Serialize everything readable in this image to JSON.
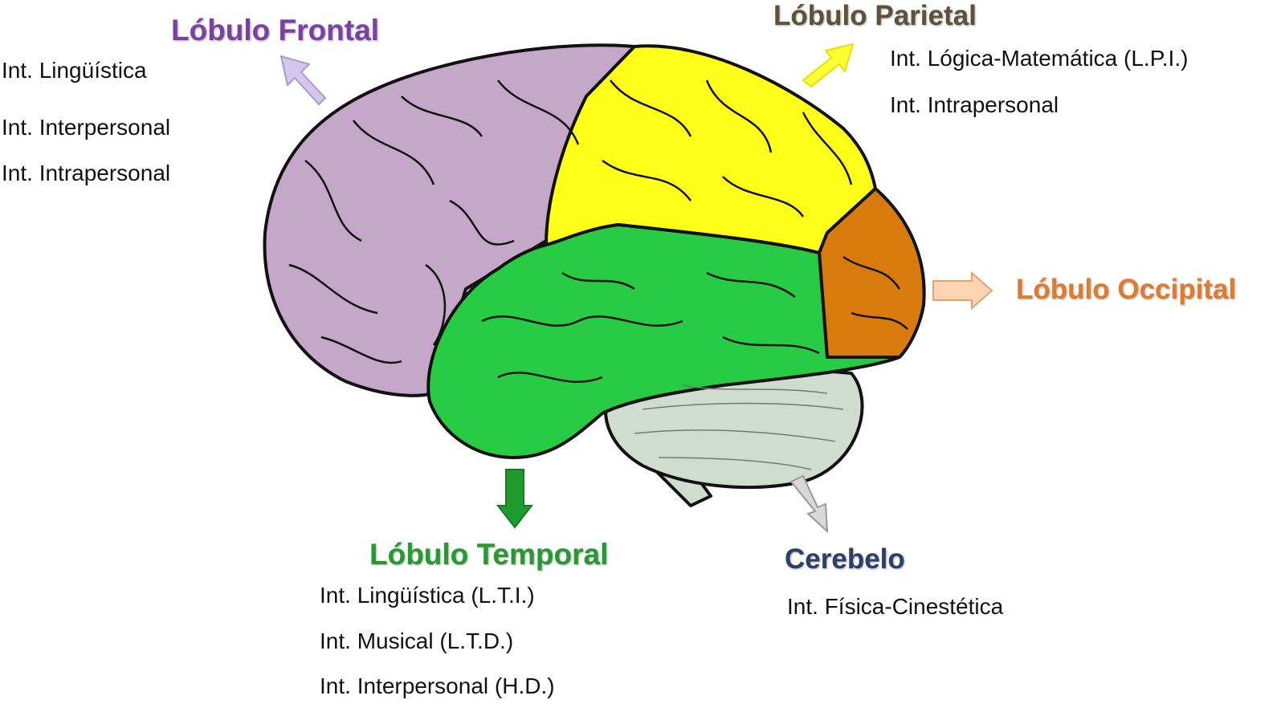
{
  "colors": {
    "frontal": "#c4a7c9",
    "parietal": "#ffff1a",
    "occipital": "#d97a0c",
    "temporal": "#28cc44",
    "cerebellum": "#cfdccf",
    "frontal_label": "#7c3fa3",
    "parietal_label": "#5b5238",
    "occipital_label": "#e07a2c",
    "temporal_label": "#249a30",
    "cerebelo_label": "#2c3f6a"
  },
  "frontal": {
    "title": "Lóbulo Frontal",
    "items": [
      "Int. Lingüística",
      "Int. Interpersonal",
      "Int. Intrapersonal"
    ]
  },
  "parietal": {
    "title": "Lóbulo Parietal",
    "items": [
      "Int. Lógica-Matemática (L.P.I.)",
      "Int. Intrapersonal"
    ]
  },
  "occipital": {
    "title": "Lóbulo Occipital"
  },
  "temporal": {
    "title": "Lóbulo Temporal",
    "items": [
      "Int. Lingüística (L.T.I.)",
      "Int. Musical (L.T.D.)",
      "Int. Interpersonal (H.D.)"
    ]
  },
  "cerebelo": {
    "title": "Cerebelo",
    "items": [
      "Int. Física-Cinestética"
    ]
  }
}
